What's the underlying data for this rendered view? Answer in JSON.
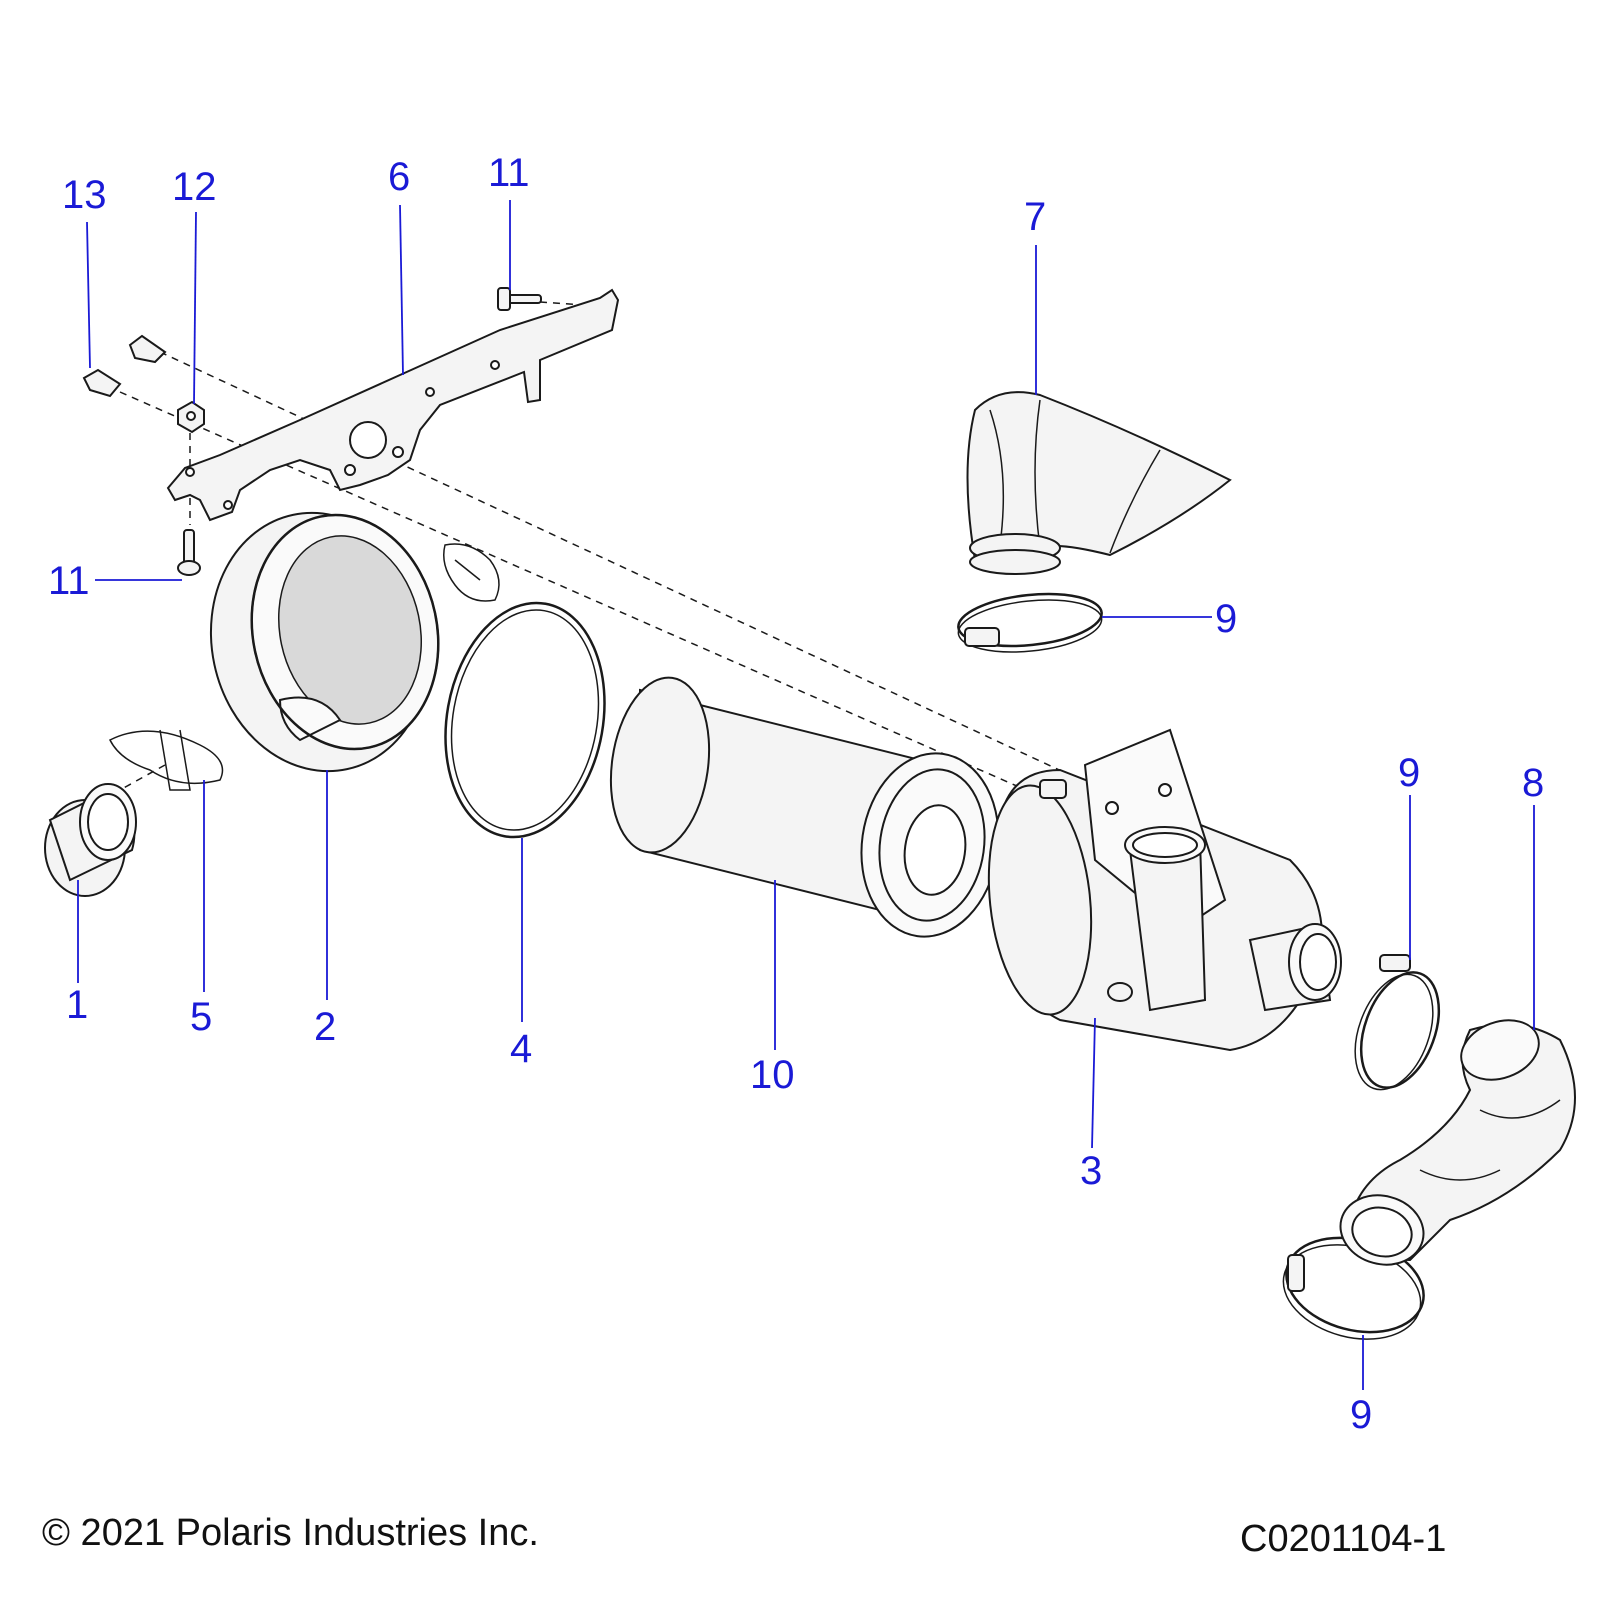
{
  "callouts": {
    "c1": "1",
    "c2": "2",
    "c3": "3",
    "c4": "4",
    "c5": "5",
    "c6": "6",
    "c7": "7",
    "c8": "8",
    "c9a": "9",
    "c9b": "9",
    "c9c": "9",
    "c10": "10",
    "c11a": "11",
    "c11b": "11",
    "c12": "12",
    "c13": "13"
  },
  "footer": {
    "copyright": "© 2021 Polaris Industries Inc.",
    "diagram_id": "C0201104-1"
  },
  "colors": {
    "callout": "#1a1ad6",
    "line": "#1a1a1a",
    "part_fill": "#f4f4f4"
  }
}
